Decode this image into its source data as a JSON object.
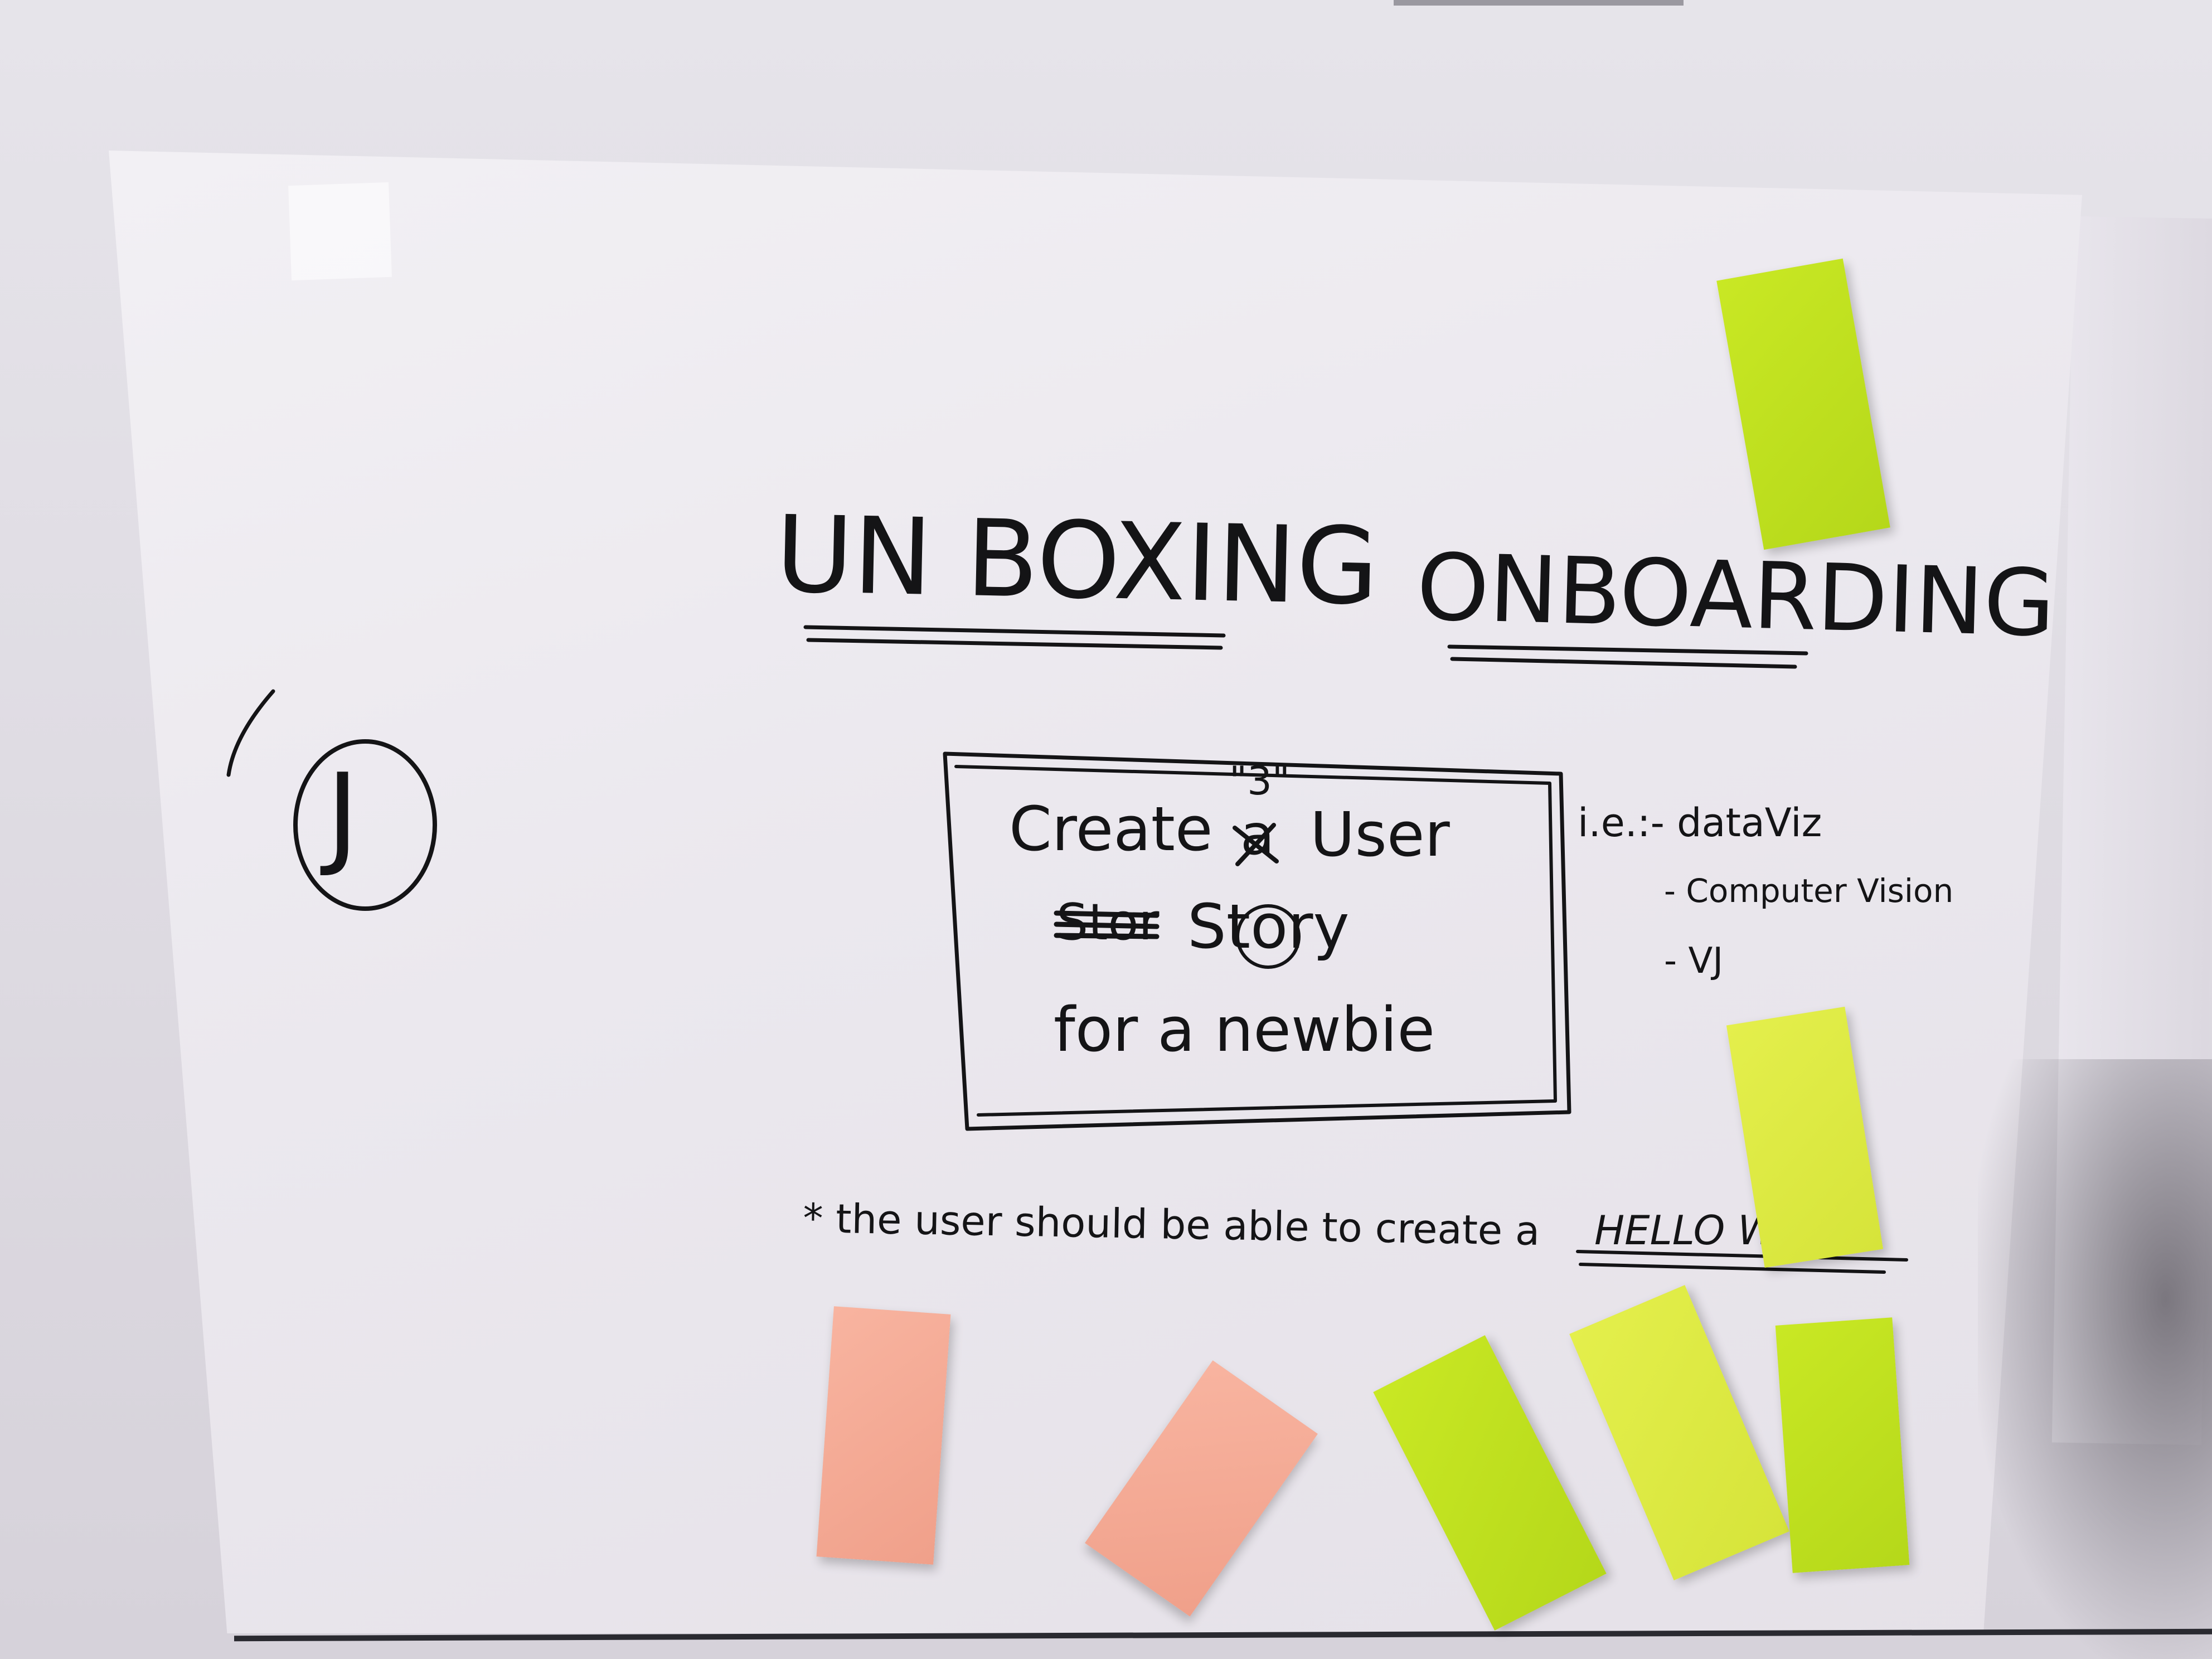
{
  "poster": {
    "heading_left": "UN BOXING",
    "heading_right": "ONBOARDING",
    "marker_label": "J",
    "box": {
      "quote_mark": "\"3\"",
      "line1_prefix": "Create",
      "line1_crossed": "a",
      "line1_suffix": "User",
      "line2_crossed": "Stor",
      "line2": "Story",
      "line3": "for a newbie"
    },
    "examples": {
      "intro": "i.e.:- dataViz",
      "item1": "- Computer Vision",
      "item2": "- VJ"
    },
    "footnote_prefix": "* the user should be able to create a",
    "footnote_emphasis": "HELLO WO"
  },
  "sticky_notes": [
    {
      "color": "green"
    },
    {
      "color": "yellow"
    },
    {
      "color": "pink"
    },
    {
      "color": "pink"
    },
    {
      "color": "green"
    },
    {
      "color": "yellow"
    },
    {
      "color": "green"
    }
  ],
  "colors": {
    "ink": "#141416",
    "green_note": "#c4e322",
    "yellow_note": "#e0ec48",
    "pink_note": "#f5ab96",
    "paper": "#ece9ef"
  }
}
